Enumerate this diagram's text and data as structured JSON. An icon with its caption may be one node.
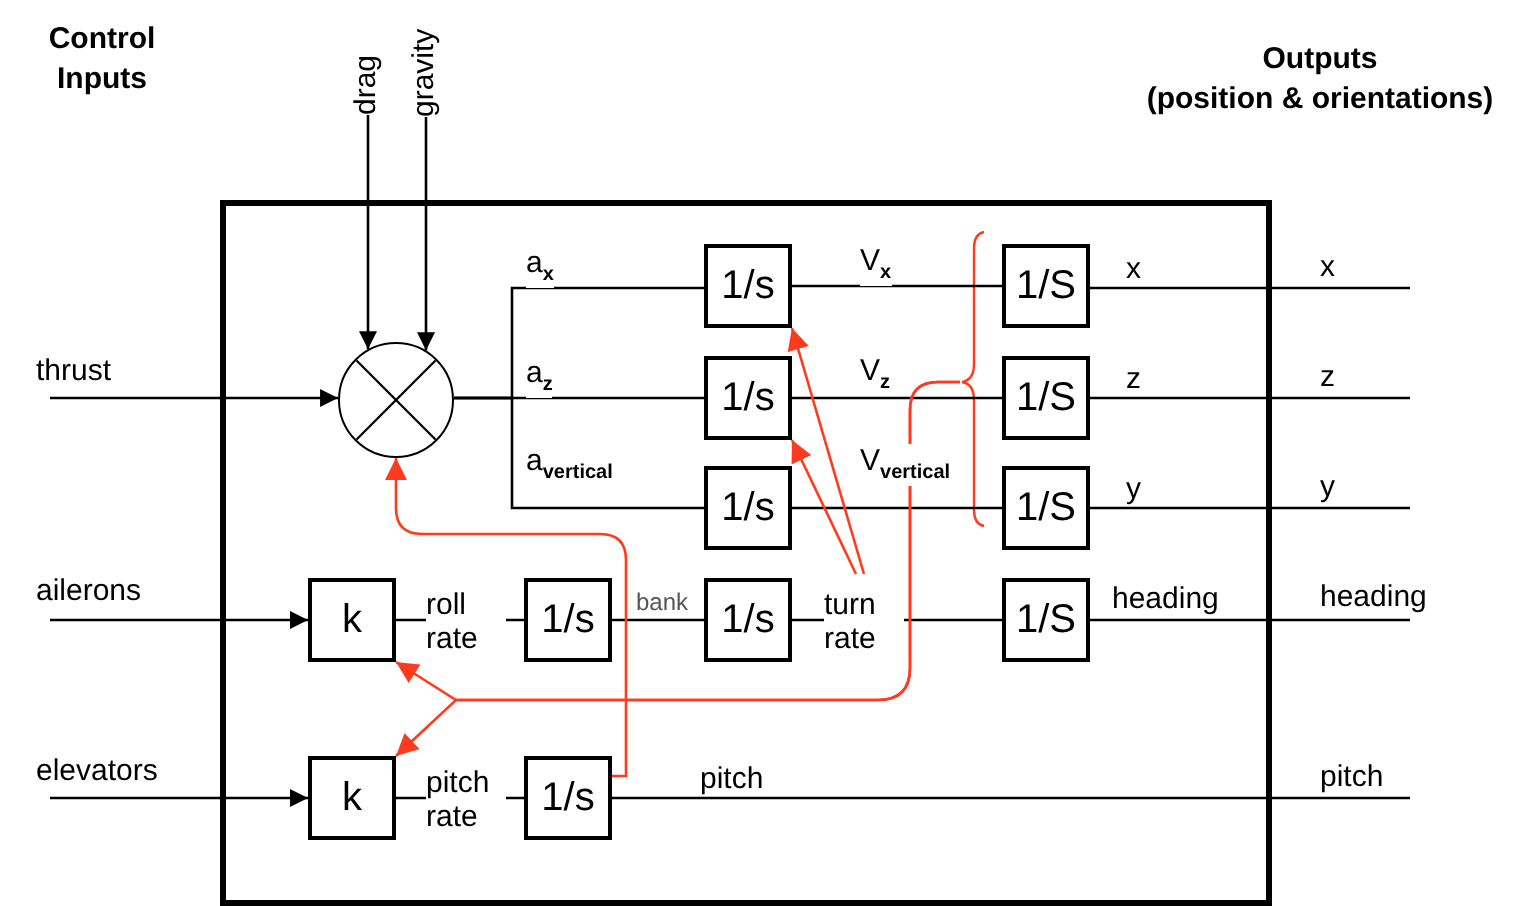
{
  "diagram": {
    "nodes": [
      {
        "text": [],
        "shape": "box"
      },
      {
        "text": [
          "drag"
        ]
      },
      {
        "text": [
          "gravity"
        ]
      },
      {
        "text": [
          "thrust"
        ]
      },
      {
        "text": [],
        "shape": "circle",
        "in": 0
      },
      {
        "text": [
          "1/s"
        ],
        "in": 0
      },
      {
        "text": [
          "1/s"
        ],
        "in": 0
      },
      {
        "text": [
          "1/s"
        ],
        "in": 0
      },
      {
        "text": [
          "1/S"
        ],
        "in": 0
      },
      {
        "text": [
          "1/S"
        ],
        "in": 0
      },
      {
        "text": [
          "1/S"
        ],
        "in": 0
      },
      {
        "text": [
          "ailerons"
        ]
      },
      {
        "text": [
          "k"
        ],
        "in": 0
      },
      {
        "text": [
          "1/s"
        ],
        "in": 0
      },
      {
        "text": [
          "1/s"
        ],
        "in": 0
      },
      {
        "text": [
          "1/S"
        ],
        "in": 0
      },
      {
        "text": [
          "elevators"
        ]
      },
      {
        "text": [
          "k"
        ],
        "in": 0
      },
      {
        "text": [
          "1/s"
        ],
        "in": 0
      },
      {
        "text": [],
        "shape": "brace",
        "in": 0
      },
      {
        "text": [
          "x"
        ]
      },
      {
        "text": [
          "z"
        ]
      },
      {
        "text": [
          "y"
        ]
      },
      {
        "text": [
          "heading"
        ]
      },
      {
        "text": [
          "pitch"
        ]
      }
    ],
    "edges": [
      {
        "from": 3,
        "to": 4,
        "arrow": "to"
      },
      {
        "from": 1,
        "to": 4,
        "arrow": "to"
      },
      {
        "from": 2,
        "to": 4,
        "arrow": "to"
      },
      {
        "from": 4,
        "to": 5,
        "arrow": "none",
        "label": "a$_{x}$"
      },
      {
        "from": 4,
        "to": 6,
        "arrow": "none",
        "label": "a$_{z}$"
      },
      {
        "from": 4,
        "to": 7,
        "arrow": "none",
        "label": "a$_{vertical}$"
      },
      {
        "from": 5,
        "to": 8,
        "arrow": "none",
        "label": "V$_{x}$"
      },
      {
        "from": 6,
        "to": 9,
        "arrow": "none",
        "label": "V$_{z}$"
      },
      {
        "from": 7,
        "to": 10,
        "arrow": "none",
        "label": "V$_{vertical}$"
      },
      {
        "from": 8,
        "to": 20,
        "arrow": "none",
        "label": "x"
      },
      {
        "from": 9,
        "to": 21,
        "arrow": "none",
        "label": "z"
      },
      {
        "from": 10,
        "to": 22,
        "arrow": "none",
        "label": "y"
      },
      {
        "from": 11,
        "to": 12,
        "arrow": "to"
      },
      {
        "from": 12,
        "to": 13,
        "arrow": "none",
        "label": "roll rate"
      },
      {
        "from": 13,
        "to": 14,
        "arrow": "none",
        "label": "bank"
      },
      {
        "from": 14,
        "to": 15,
        "arrow": "none",
        "label": "turn rate"
      },
      {
        "from": 15,
        "to": 23,
        "arrow": "none",
        "label": "heading"
      },
      {
        "from": 16,
        "to": 17,
        "arrow": "to"
      },
      {
        "from": 17,
        "to": 18,
        "arrow": "none",
        "label": "pitch rate"
      },
      {
        "from": 18,
        "to": 24,
        "arrow": "none",
        "label": "pitch"
      },
      {
        "from": null,
        "to": 5,
        "arrow": "to",
        "color": "#ff3b1f"
      },
      {
        "from": null,
        "to": 6,
        "arrow": "to",
        "color": "#ff3b1f"
      },
      {
        "from": 19,
        "to": 12,
        "arrow": "to",
        "color": "#ff3b1f"
      },
      {
        "from": 19,
        "to": 17,
        "arrow": "to",
        "color": "#ff3b1f"
      },
      {
        "from": 18,
        "to": 4,
        "arrow": "to",
        "color": "#ff3b1f"
      }
    ],
    "labels": [
      "Control Inputs",
      "Outputs (position & orientations)"
    ]
  }
}
